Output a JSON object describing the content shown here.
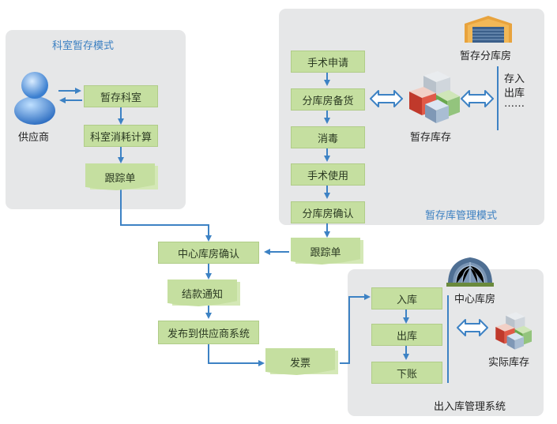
{
  "dept_panel": {
    "title": "科室暂存模式",
    "supplier_label": "供应商",
    "steps": [
      "暂存科室",
      "科室消耗计算"
    ],
    "doc": "跟踪单"
  },
  "temp_panel": {
    "title": "暂存库管理模式",
    "warehouse_label": "暂存分库房",
    "side_notes": [
      "存入",
      "出库",
      "……"
    ],
    "steps": [
      "手术申请",
      "分库房备货",
      "消毒",
      "手术使用",
      "分库房确认"
    ],
    "stock_label": "暂存库存"
  },
  "flow": {
    "doc_tracking": "跟踪单",
    "center_confirm": "中心库房确认",
    "settlement": "结款通知",
    "publish": "发布到供应商系统",
    "invoice": "发票"
  },
  "io_panel": {
    "title": "出入库管理系统",
    "warehouse_label": "中心库房",
    "steps": [
      "入库",
      "出库",
      "下账"
    ],
    "stock_label": "实际库存"
  },
  "colors": {
    "panel": "#e6e7e8",
    "box": "#c5dfa0",
    "line": "#3d82c4",
    "title": "#3a7fc1"
  }
}
